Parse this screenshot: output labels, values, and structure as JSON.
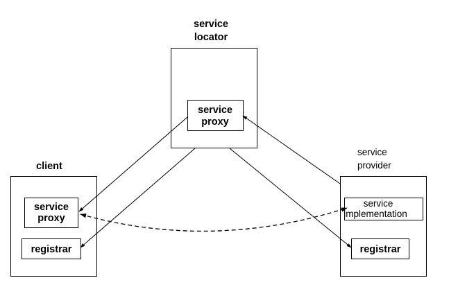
{
  "locator": {
    "title_line1": "service",
    "title_line2": "locator",
    "proxy_line1": "service",
    "proxy_line2": "proxy"
  },
  "client": {
    "title": "client",
    "proxy_line1": "service",
    "proxy_line2": "proxy",
    "registrar": "registrar"
  },
  "provider": {
    "title_line1": "service",
    "title_line2": "provider",
    "impl_line1": "service",
    "impl_line2": "implementation",
    "registrar": "registrar"
  }
}
